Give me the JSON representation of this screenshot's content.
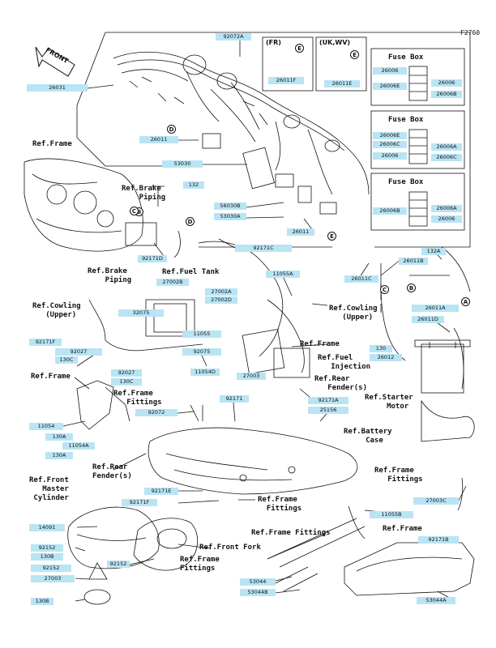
{
  "diagram_code": "F2760",
  "front_label": "FRONT",
  "variants": {
    "fr": "(FR)",
    "uk_wv": "(UK,WV)"
  },
  "fuse_box_titles": [
    "Fuse Box",
    "Fuse Box",
    "Fuse Box"
  ],
  "markers": {
    "a": "A",
    "b": "B",
    "c": "C",
    "d": "D",
    "e": "E"
  },
  "parts": {
    "p92072a": "92072A",
    "p26011f": "26011F",
    "p26011e": "26011E",
    "p26031": "26031",
    "p26006_1": "26006",
    "p26006e": "26006E",
    "p26006_2": "26006",
    "p26006b": "26006B",
    "p26006e_2": "26006E",
    "p26006c": "26006C",
    "p26006_3": "26006",
    "p26006a": "26006A",
    "p26006c_2": "26006C",
    "p26006b_2": "26006B",
    "p26006a_2": "26006A",
    "p26006_4": "26006",
    "p26011": "26011",
    "p53030": "53030",
    "p132": "132",
    "p56030b": "56030B",
    "p53030a": "53030A",
    "p26011_2": "26011",
    "p92171d": "92171D",
    "p92171c": "92171C",
    "p27002b": "27002B",
    "p27002a": "27002A",
    "p27002d": "27002D",
    "p11055a": "11055A",
    "p26011c": "26011C",
    "p26011b": "26011B",
    "p132a": "132A",
    "p26011a": "26011A",
    "p26011d": "26011D",
    "p130": "130",
    "p26012": "26012",
    "p32075": "32075",
    "p92171f": "92171F",
    "p92027": "92027",
    "p130c": "130C",
    "p11055": "11055",
    "p92075": "92075",
    "p27003": "27003",
    "p92027_2": "92027",
    "p130c_2": "130C",
    "p11054d": "11054D",
    "p92171": "92171",
    "p92171a": "92171A",
    "p25156": "25156",
    "p92072": "92072",
    "p11054": "11054",
    "p130a": "130A",
    "p11054a": "11054A",
    "p130a_2": "130A",
    "p92171e": "92171E",
    "p92171f_2": "92171F",
    "p14091": "14091",
    "p92152": "92152",
    "p130b": "130B",
    "p92152_2": "92152",
    "p92152_3": "92152",
    "p27003_2": "27003",
    "p130b_2": "130B",
    "p27003c": "27003C",
    "p11055b": "11055B",
    "p92171b": "92171B",
    "p53044": "53044",
    "p53044b": "53044B",
    "p53044a": "53044A"
  },
  "refs": {
    "frame_tl": "Ref.Frame",
    "brake_piping_1": "Ref.Brake\n    Piping",
    "brake_piping_2": "Ref.Brake\n    Piping",
    "fuel_tank": "Ref.Fuel Tank",
    "cowling_upper_l": "Ref.Cowling\n   (Upper)",
    "cowling_upper_r": "Ref.Cowling\n   (Upper)",
    "frame_mid": "Ref.Frame",
    "fuel_injection": "Ref.Fuel\n   Injection",
    "frame_left": "Ref.Frame",
    "rear_fender_r": "Ref.Rear\n   Fender(s)",
    "frame_fittings_l": "Ref.Frame\n   Fittings",
    "starter_motor": "Ref.Starter\n     Motor",
    "battery_case": "Ref.Battery\n     Case",
    "rear_fender_l": "Ref.Rear\nFender(s)",
    "front_master": "Ref.Front\n   Master\n Cylinder",
    "frame_fittings_c": "Ref.Frame\n  Fittings",
    "frame_fittings_r1": "Ref.Frame\n   Fittings",
    "frame_fittings_2": "Ref.Frame Fittings",
    "frame_rb": "Ref.Frame",
    "front_fork": "Ref.Front Fork",
    "frame_fittings_b": "Ref.Frame\nFittings"
  }
}
